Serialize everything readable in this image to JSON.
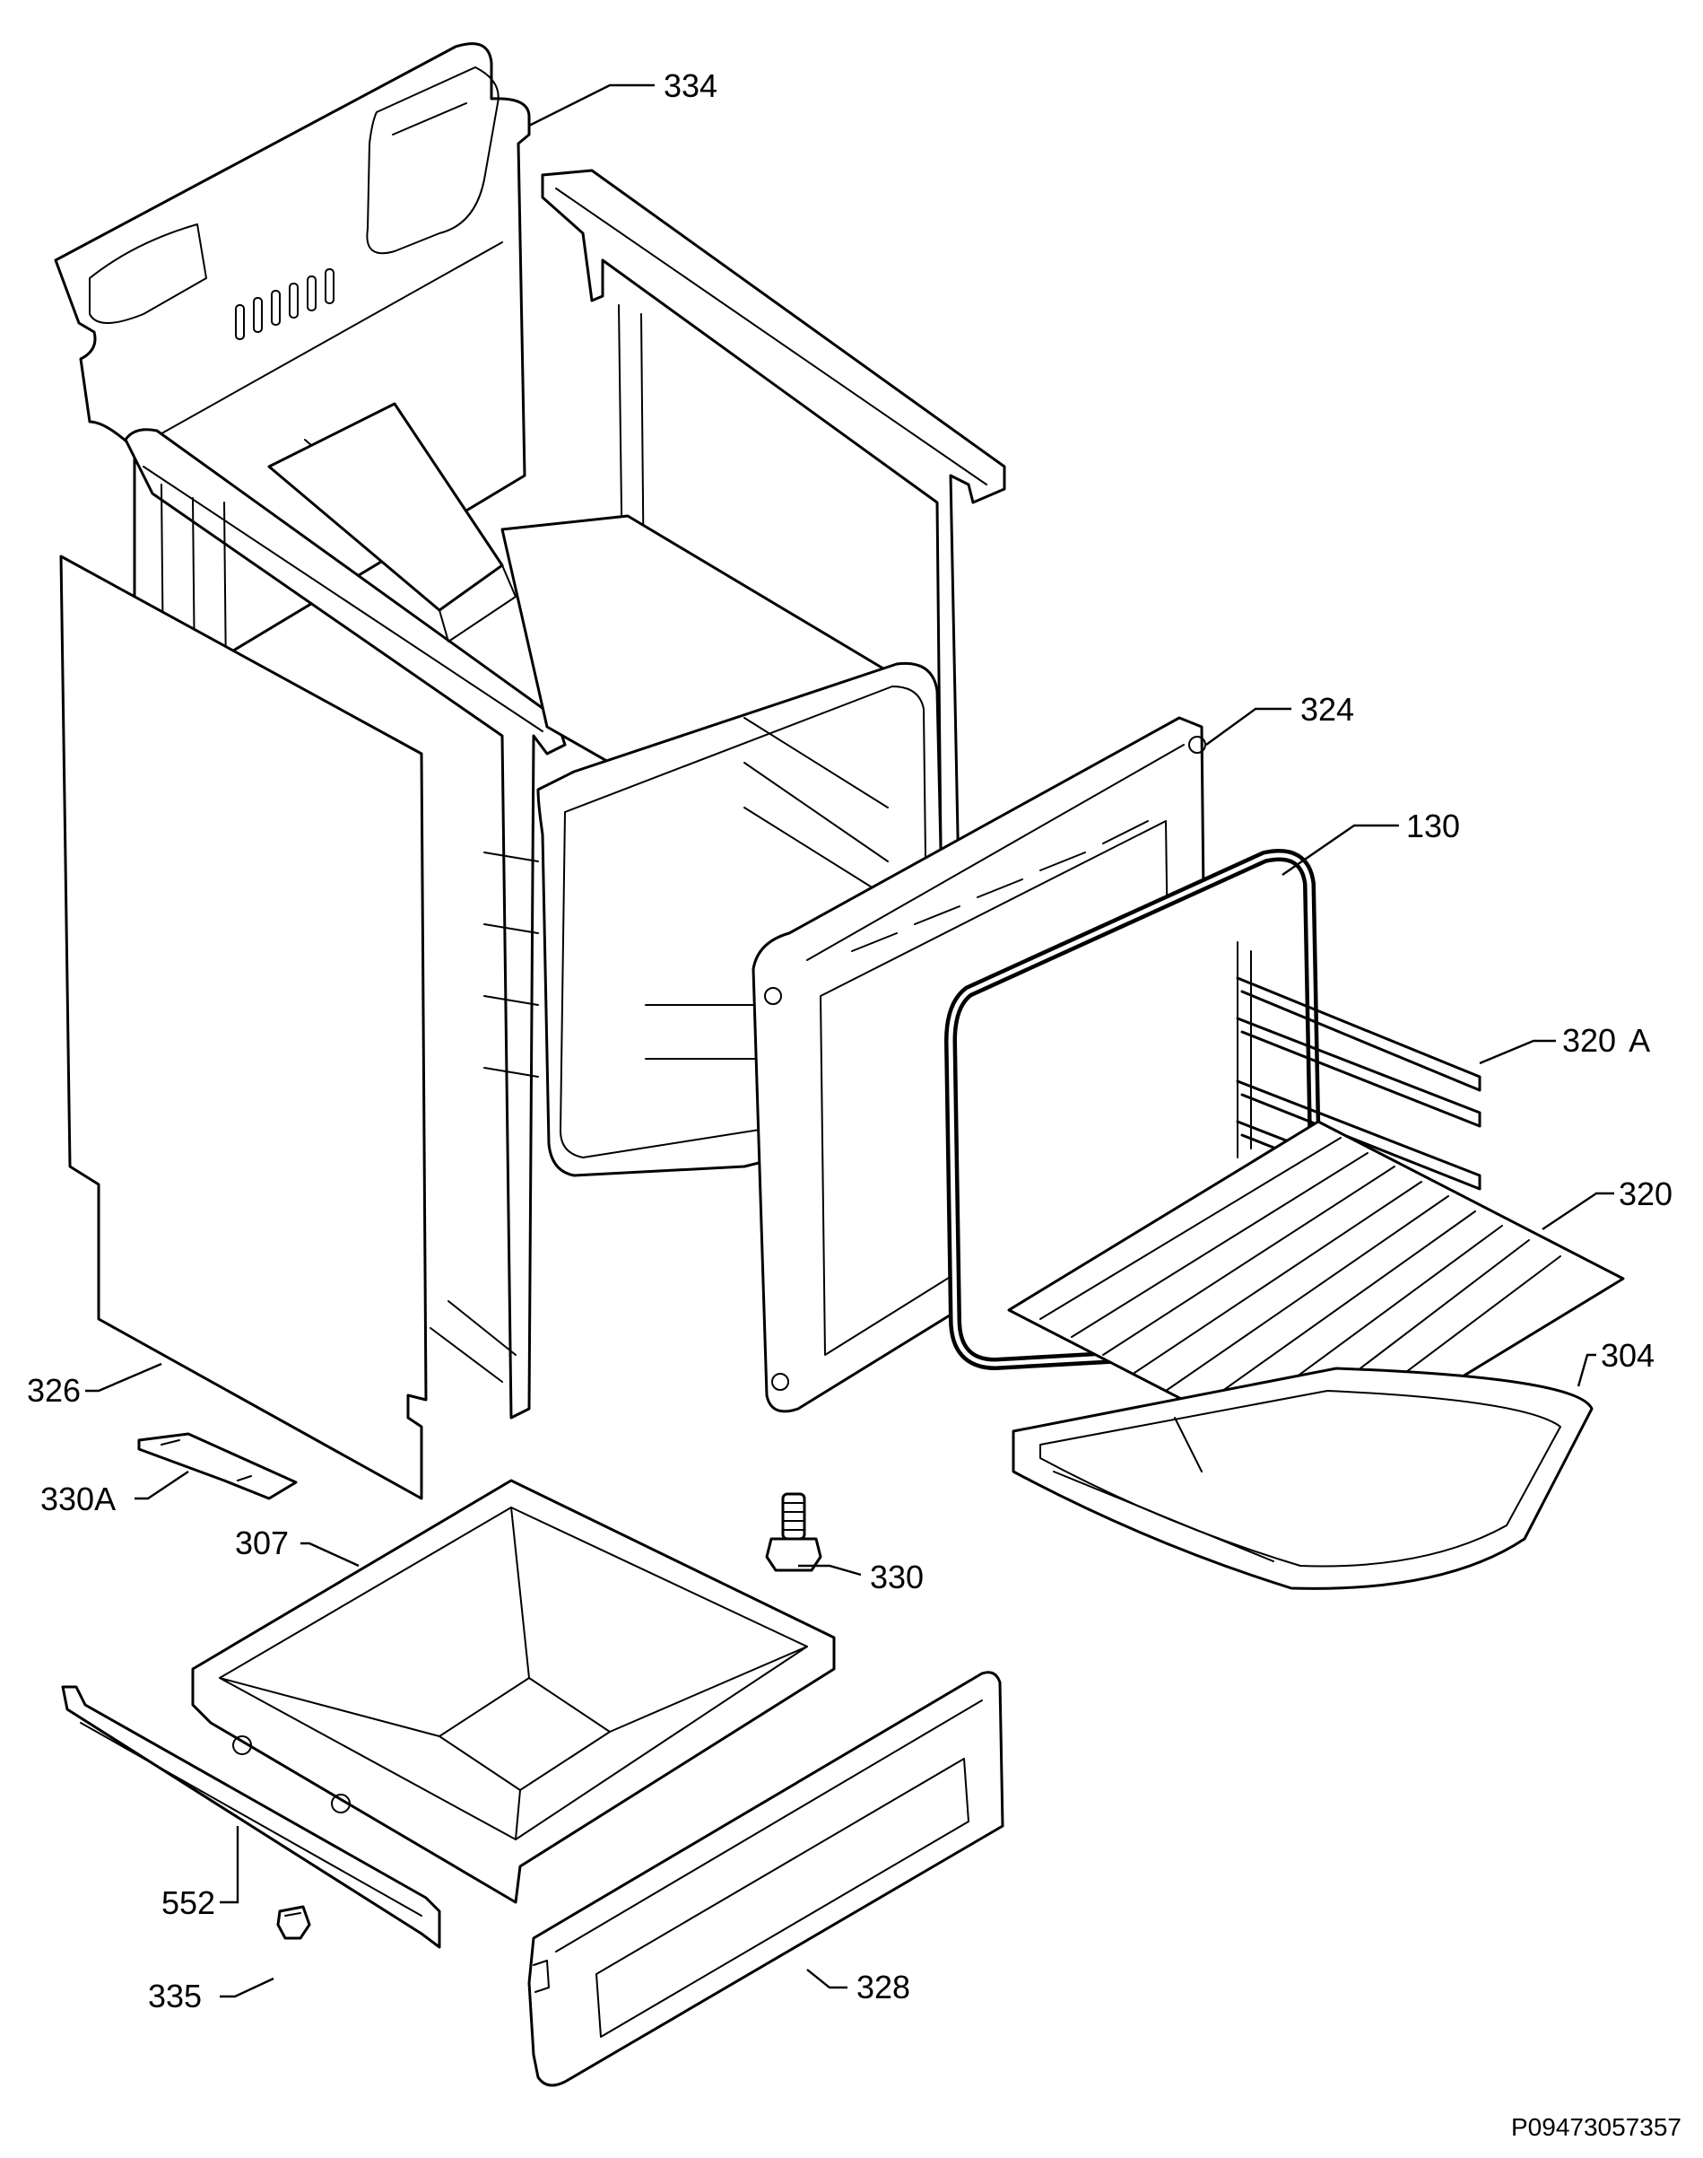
{
  "diagram": {
    "document_code": "P09473057357",
    "parts": [
      {
        "id": "p334",
        "label": "334",
        "icon": "rear-panel-icon"
      },
      {
        "id": "p324",
        "label": "324",
        "icon": "front-frame-icon"
      },
      {
        "id": "p130",
        "label": "130",
        "icon": "door-seal-icon"
      },
      {
        "id": "p320A",
        "label": "320",
        "suffix": "A",
        "icon": "side-rack-icon"
      },
      {
        "id": "p320",
        "label": "320",
        "icon": "wire-shelf-icon"
      },
      {
        "id": "p304",
        "label": "304",
        "icon": "baking-tray-icon"
      },
      {
        "id": "p326",
        "label": "326",
        "icon": "side-panel-icon"
      },
      {
        "id": "p330A",
        "label": "330A",
        "icon": "hinge-bracket-icon"
      },
      {
        "id": "p307",
        "label": "307",
        "icon": "storage-drawer-icon"
      },
      {
        "id": "p330",
        "label": "330",
        "icon": "adjustable-foot-icon"
      },
      {
        "id": "p552",
        "label": "552",
        "icon": "drawer-rail-icon"
      },
      {
        "id": "p335",
        "label": "335",
        "icon": "screw-icon"
      },
      {
        "id": "p328",
        "label": "328",
        "icon": "drawer-front-icon"
      }
    ]
  }
}
